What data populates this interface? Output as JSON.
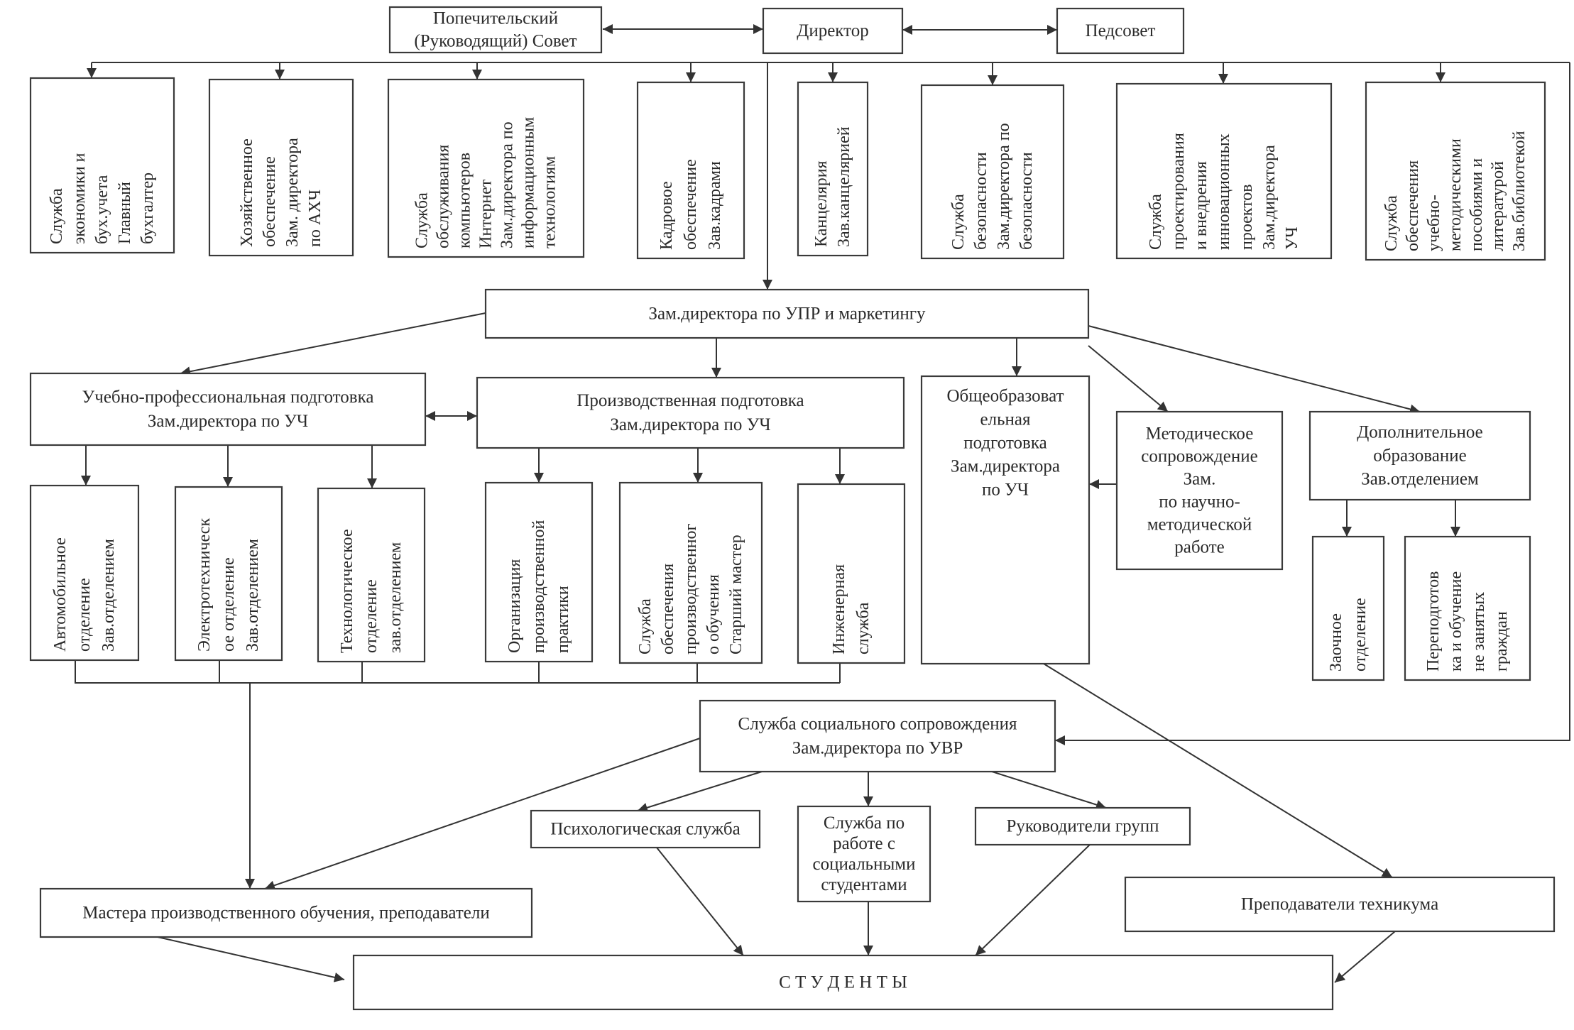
{
  "nodes": {
    "council": [
      "Попечительский",
      "(Руководящий) Совет"
    ],
    "director": [
      "Директор"
    ],
    "pedsovet": [
      "Педсовет"
    ],
    "economy": [
      "Служба",
      "экономики и",
      "бух.учета",
      "Главный",
      "бухгалтер"
    ],
    "household": [
      "Хозяйственное",
      "обеспечение",
      "Зам. директора",
      "по АХЧ"
    ],
    "computers": [
      "Служба",
      "обслуживания",
      "компьютеров",
      "Интернет",
      "Зам.директора по",
      "информационным",
      "технологиям"
    ],
    "personnel": [
      "Кадровое",
      "обеспечение",
      "Зав.кадрами"
    ],
    "office": [
      "Канцелярия",
      "Зав.канцелярией"
    ],
    "security": [
      "Служба",
      "безопасности",
      "Зам.директора по",
      "безопасности"
    ],
    "design": [
      "Служба",
      "проектирования",
      "и внедрения",
      "инновационных",
      "проектов",
      "Зам.директора",
      "УЧ"
    ],
    "library": [
      "Служба",
      "обеспечения",
      "учебно-",
      "методическими",
      "пособиями и",
      "литературой",
      "Зав.библиотекой"
    ],
    "upr": [
      "Зам.директора по УПР и маркетингу"
    ],
    "edu_prof": [
      "Учебно-профессиональная подготовка",
      "Зам.директора по УЧ"
    ],
    "production": [
      "Производственная подготовка",
      "Зам.директора по УЧ"
    ],
    "general": [
      "Общеобразоват",
      "ельная",
      "подготовка",
      "Зам.директора",
      "по УЧ"
    ],
    "methodical": [
      "Методическое",
      "сопровождение",
      "Зам.",
      "по научно-",
      "методической",
      "работе"
    ],
    "additional": [
      "Дополнительное",
      "образование",
      "Зав.отделением"
    ],
    "auto": [
      "Автомобильное",
      "отделение",
      "Зав.отделением"
    ],
    "electro": [
      "Электротехническ",
      "ое отделение",
      "Зав.отделением"
    ],
    "techno": [
      "Технологическое",
      "отделение",
      "зав.отделением"
    ],
    "practice": [
      "Организация",
      "производственной",
      "практики"
    ],
    "prodservice": [
      "Служба",
      "обеспечения",
      "производственног",
      "о обучения",
      "Старший мастер"
    ],
    "engineering": [
      "Инженерная",
      "служба"
    ],
    "extramural": [
      "Заочное",
      "отделение"
    ],
    "retraining": [
      "Переподготов",
      "ка и обучение",
      "не занятых",
      "граждан"
    ],
    "social": [
      "Служба социального сопровождения",
      "Зам.директора по УВР"
    ],
    "psych": [
      "Психологическая служба"
    ],
    "socialwork": [
      "Служба по",
      "работе  с",
      "социальными",
      "студентами"
    ],
    "groupleaders": [
      "Руководители групп"
    ],
    "masters": [
      "Мастера производственного обучения, преподаватели"
    ],
    "teachers": [
      "Преподаватели техникума"
    ],
    "students": [
      "С Т У Д Е Н Т Ы"
    ]
  }
}
